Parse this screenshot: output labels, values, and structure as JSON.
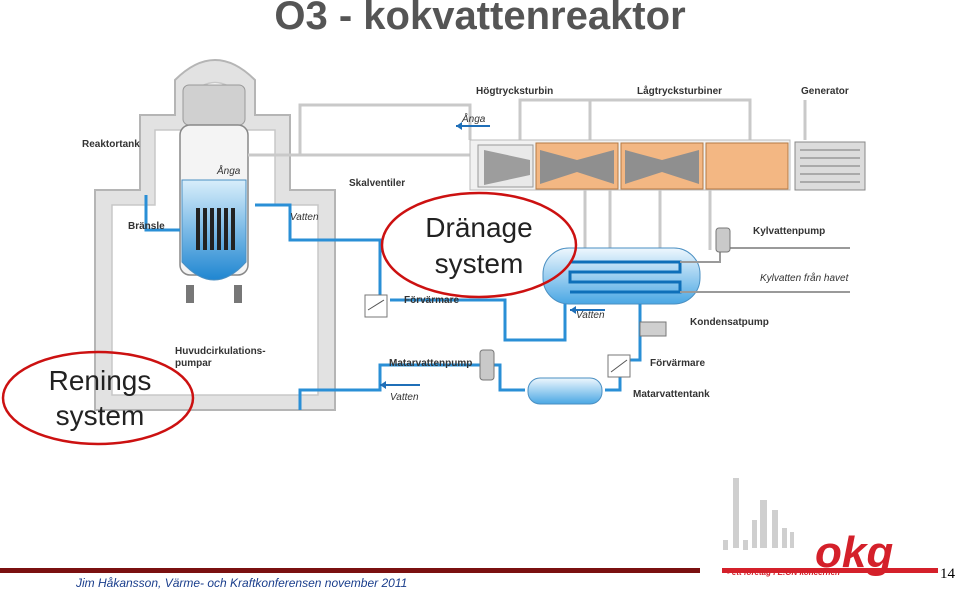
{
  "title": "O3 - kokvattenreaktor",
  "labels": {
    "hogtrycksturbin": "Högtrycksturbin",
    "lagtrycksturbiner": "Lågtrycksturbiner",
    "generator": "Generator",
    "anga_top": "Ånga",
    "reaktortank": "Reaktortank",
    "anga_reactor": "Ånga",
    "skalventiler": "Skalventiler",
    "vatten_reactor": "Vatten",
    "bransle": "Bränsle",
    "kylvattenpump": "Kylvattenpump",
    "kylvatten_fran_havet": "Kylvatten från havet",
    "forvarmare_1": "Förvärmare",
    "vatten_mid": "Vatten",
    "kondensatpump": "Kondensatpump",
    "huvudcirkulationspumpar_1": "Huvudcirkulations-",
    "huvudcirkulationspumpar_2": "pumpar",
    "matarvattenpump": "Matarvattenpump",
    "forvarmare_2": "Förvärmare",
    "matarvattentank": "Matarvattentank",
    "vatten_bottom": "Vatten"
  },
  "callouts": {
    "dranage_1": "Dränage",
    "dranage_2": "system",
    "renings_1": "Renings",
    "renings_2": "system"
  },
  "logo": {
    "name": "okg",
    "tagline": "- ett företag i E.ON koncernen"
  },
  "footer": "Jim Håkansson, Värme- och Kraftkonferensen november 2011",
  "page_number": "14",
  "colors": {
    "water": "#2a8fd6",
    "steam_line": "#c8c8c8",
    "containment": "#d3d3d3",
    "turbine": "#f2b27a",
    "callout": "#cc1111",
    "logo_red": "#d4202a"
  }
}
